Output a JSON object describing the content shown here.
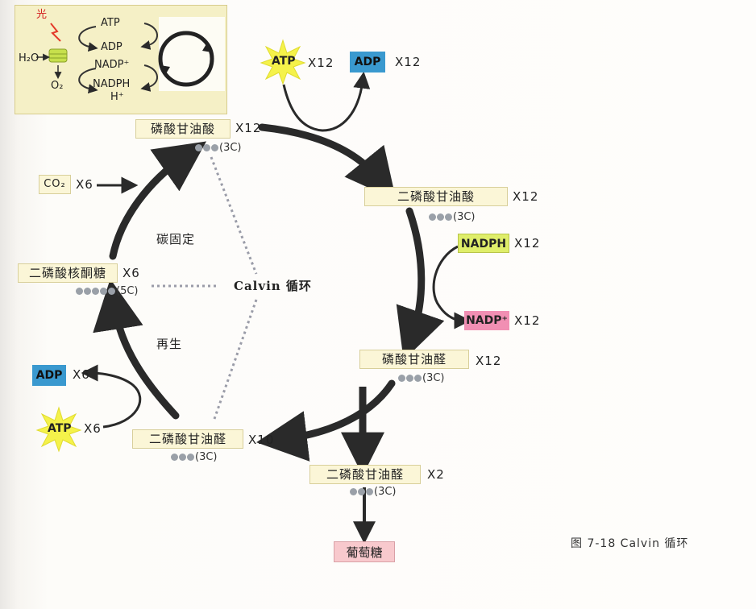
{
  "legend": {
    "light": "光",
    "h2o": "H₂O",
    "o2": "O₂",
    "atp": "ATP",
    "adp": "ADP",
    "nadp": "NADP⁺",
    "nadph": "NADPH",
    "h": "H⁺"
  },
  "top": {
    "atp": "ATP",
    "atp_mult": "X12",
    "adp": "ADP",
    "adp_mult": "X12"
  },
  "pga": {
    "name": "磷酸甘油酸",
    "mult": "X12",
    "carbon": "(3C)"
  },
  "bpg": {
    "name": "二磷酸甘油酸",
    "mult": "X12",
    "carbon": "(3C)"
  },
  "nadph_in": {
    "name": "NADPH",
    "mult": "X12"
  },
  "nadp_out": {
    "name": "NADP⁺",
    "mult": "X12"
  },
  "g3p": {
    "name": "磷酸甘油醛",
    "mult": "X12",
    "carbon": "(3C)"
  },
  "g3p_recycle": {
    "name": "二磷酸甘油醛",
    "mult": "X10",
    "carbon": "(3C)"
  },
  "g3p_export": {
    "name": "二磷酸甘油醛",
    "mult": "X2",
    "carbon": "(3C)"
  },
  "glucose": "葡萄糖",
  "rubp": {
    "name": "二磷酸核酮糖",
    "mult": "X6",
    "carbon": "(5C)"
  },
  "co2": {
    "name": "CO₂",
    "mult": "X6"
  },
  "regen": {
    "adp": "ADP",
    "adp_mult": "X6",
    "atp": "ATP",
    "atp_mult": "X6"
  },
  "phases": {
    "fixation": "碳固定",
    "regeneration": "再生",
    "center": "Calvin 循环"
  },
  "caption": "图 7-18    Calvin 循环",
  "colors": {
    "adp": "#3a99cf",
    "nadph": "#dfee6a",
    "nadp": "#f18fb3",
    "glucose": "#f8c9cd",
    "box": "#fbf6d7",
    "legend": "#f5f0c6",
    "atp_star": "#f5f24a"
  }
}
